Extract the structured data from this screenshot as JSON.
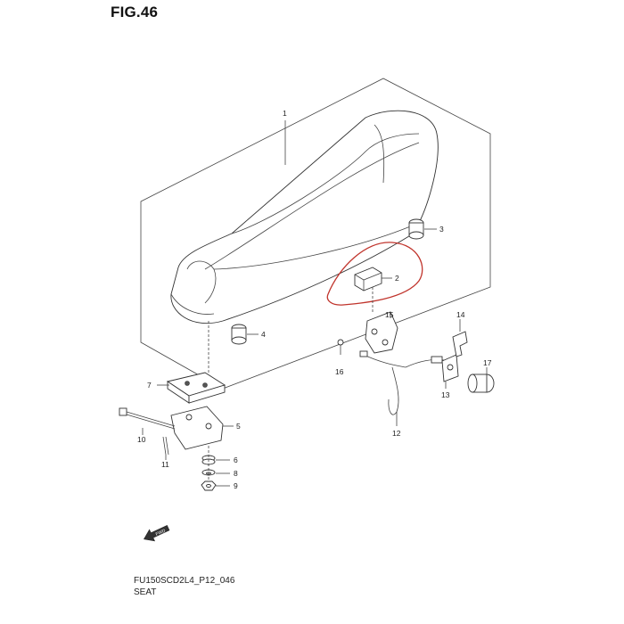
{
  "figure": {
    "title": "FIG.46",
    "code": "FU150SCD2L4_P12_046",
    "caption": "SEAT"
  },
  "callouts": [
    {
      "number": "1"
    },
    {
      "number": "2"
    },
    {
      "number": "3"
    },
    {
      "number": "4"
    },
    {
      "number": "5"
    },
    {
      "number": "6"
    },
    {
      "number": "7"
    },
    {
      "number": "8"
    },
    {
      "number": "9"
    },
    {
      "number": "10"
    },
    {
      "number": "11"
    },
    {
      "number": "12"
    },
    {
      "number": "13"
    },
    {
      "number": "14"
    },
    {
      "number": "15"
    },
    {
      "number": "16"
    },
    {
      "number": "17"
    }
  ],
  "front_arrow": {
    "label": "FWD"
  },
  "highlight_color": "#c0342c",
  "line_color": "#444444"
}
